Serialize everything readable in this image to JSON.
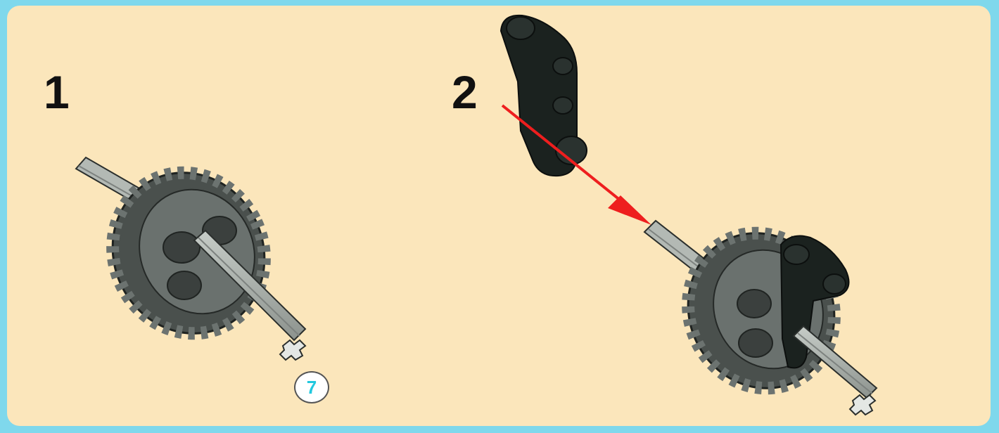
{
  "steps": [
    {
      "number": "1",
      "parts": [
        "axle",
        "gear"
      ]
    },
    {
      "number": "2",
      "parts": [
        "beam",
        "axle",
        "gear"
      ]
    }
  ],
  "axle_length_badge": "7",
  "colors": {
    "background": "#fbe6bb",
    "frame": "#7fd8ec",
    "axle": "#a8aea9",
    "gear": "#5d6461",
    "beam": "#1b221f",
    "arrow": "#ee1e1e",
    "badge_text": "#22c8de"
  }
}
